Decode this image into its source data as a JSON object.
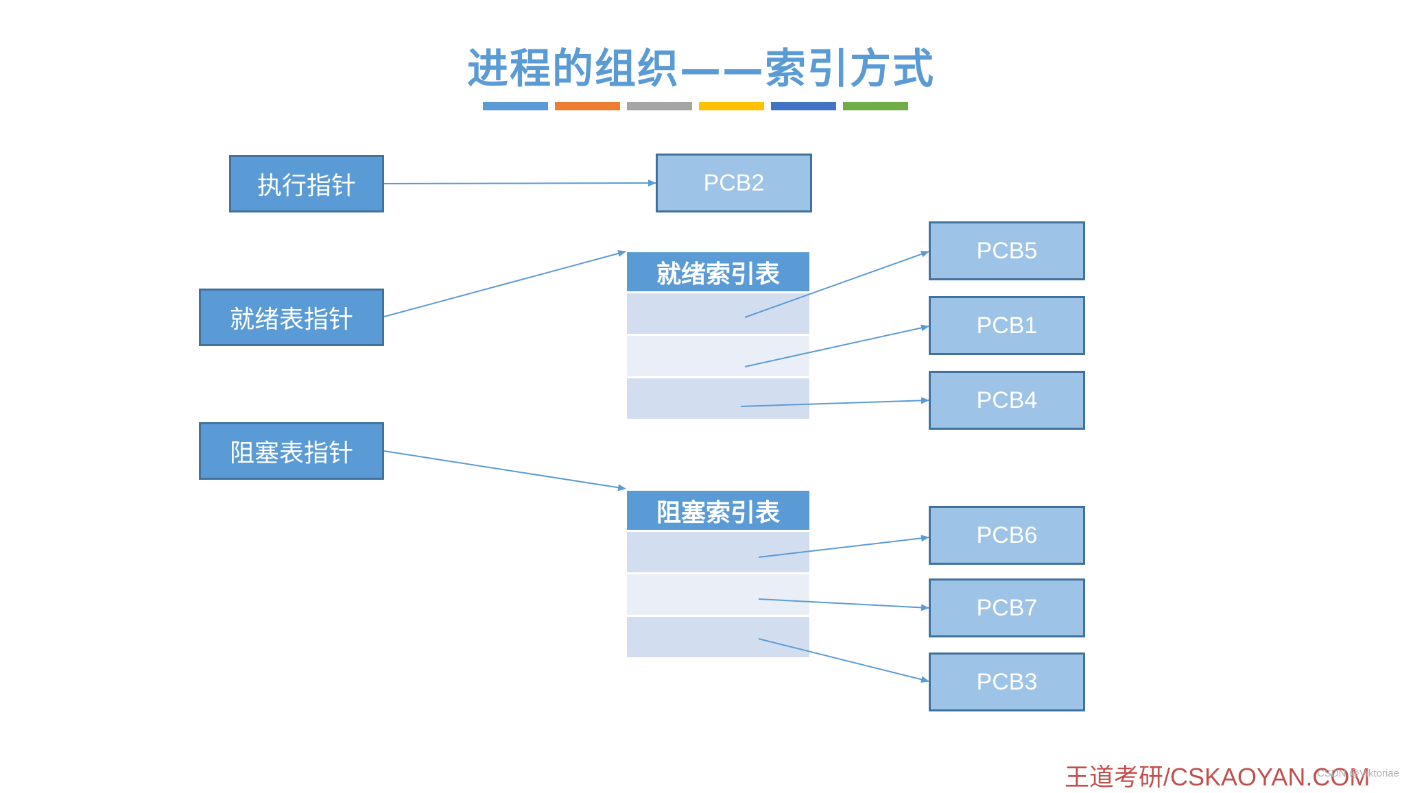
{
  "title": "进程的组织——索引方式",
  "color_bars": [
    "#5b9bd5",
    "#ed7d31",
    "#a5a5a5",
    "#ffc000",
    "#4472c4",
    "#70ad47"
  ],
  "pointers": {
    "exec": "执行指针",
    "ready": "就绪表指针",
    "blocked": "阻塞表指针"
  },
  "running_pcb": "PCB2",
  "ready_table": {
    "header": "就绪索引表",
    "targets": [
      "PCB5",
      "PCB1",
      "PCB4"
    ]
  },
  "blocked_table": {
    "header": "阻塞索引表",
    "targets": [
      "PCB6",
      "PCB7",
      "PCB3"
    ]
  },
  "footer": "王道考研/CSKAOYAN.COM",
  "watermark": "CSDN @Viktoriae",
  "colors": {
    "accent": "#5b9bd5",
    "pcb_fill": "#9dc3e6",
    "border": "#41719c",
    "footer": "#c0504d"
  }
}
